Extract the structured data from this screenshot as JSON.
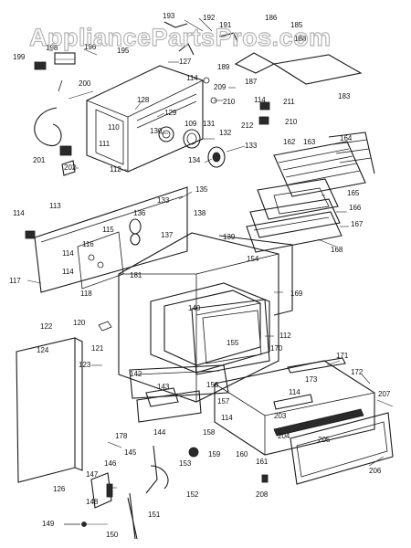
{
  "watermark": {
    "text": "AppliancePartsPros.com",
    "color": "#b5b5b5"
  },
  "callouts": [
    {
      "id": "c193",
      "text": "193"
    },
    {
      "id": "c192",
      "text": "192"
    },
    {
      "id": "c191",
      "text": "191"
    },
    {
      "id": "c186",
      "text": "186"
    },
    {
      "id": "c185",
      "text": "185"
    },
    {
      "id": "c188",
      "text": "188"
    },
    {
      "id": "c198",
      "text": "198"
    },
    {
      "id": "c196",
      "text": "196"
    },
    {
      "id": "c199",
      "text": "199"
    },
    {
      "id": "c195",
      "text": "195"
    },
    {
      "id": "c189",
      "text": "189"
    },
    {
      "id": "c187",
      "text": "187"
    },
    {
      "id": "c183",
      "text": "183"
    },
    {
      "id": "c127",
      "text": "127"
    },
    {
      "id": "c200",
      "text": "200"
    },
    {
      "id": "c114a",
      "text": "114"
    },
    {
      "id": "c209",
      "text": "209"
    },
    {
      "id": "c210a",
      "text": "210"
    },
    {
      "id": "c128",
      "text": "128"
    },
    {
      "id": "c129",
      "text": "129"
    },
    {
      "id": "c114b",
      "text": "114"
    },
    {
      "id": "c211",
      "text": "211"
    },
    {
      "id": "c110",
      "text": "110"
    },
    {
      "id": "c109",
      "text": "109"
    },
    {
      "id": "c131",
      "text": "131"
    },
    {
      "id": "c212",
      "text": "212"
    },
    {
      "id": "c210b",
      "text": "210"
    },
    {
      "id": "c130",
      "text": "130"
    },
    {
      "id": "c132",
      "text": "132"
    },
    {
      "id": "c111",
      "text": "111"
    },
    {
      "id": "c162",
      "text": "162"
    },
    {
      "id": "c163",
      "text": "163"
    },
    {
      "id": "c164",
      "text": "164"
    },
    {
      "id": "c133a",
      "text": "133"
    },
    {
      "id": "c201",
      "text": "201"
    },
    {
      "id": "c134",
      "text": "134"
    },
    {
      "id": "c202",
      "text": "202"
    },
    {
      "id": "c112a",
      "text": "112"
    },
    {
      "id": "c135",
      "text": "135"
    },
    {
      "id": "c165",
      "text": "165"
    },
    {
      "id": "c114c",
      "text": "114"
    },
    {
      "id": "c113",
      "text": "113"
    },
    {
      "id": "c133b",
      "text": "133"
    },
    {
      "id": "c166",
      "text": "166"
    },
    {
      "id": "c136",
      "text": "136"
    },
    {
      "id": "c138",
      "text": "138"
    },
    {
      "id": "c167",
      "text": "167"
    },
    {
      "id": "c115",
      "text": "115"
    },
    {
      "id": "c137",
      "text": "137"
    },
    {
      "id": "c116",
      "text": "116"
    },
    {
      "id": "c139",
      "text": "139"
    },
    {
      "id": "c168",
      "text": "168"
    },
    {
      "id": "c114d",
      "text": "114"
    },
    {
      "id": "c154",
      "text": "154"
    },
    {
      "id": "c114e",
      "text": "114"
    },
    {
      "id": "c181",
      "text": "181"
    },
    {
      "id": "c117",
      "text": "117"
    },
    {
      "id": "c118",
      "text": "118"
    },
    {
      "id": "c169",
      "text": "169"
    },
    {
      "id": "c140",
      "text": "140"
    },
    {
      "id": "c122",
      "text": "122"
    },
    {
      "id": "c120",
      "text": "120"
    },
    {
      "id": "c112b",
      "text": "112"
    },
    {
      "id": "c124",
      "text": "124"
    },
    {
      "id": "c121",
      "text": "121"
    },
    {
      "id": "c155",
      "text": "155"
    },
    {
      "id": "c170",
      "text": "170"
    },
    {
      "id": "c171",
      "text": "171"
    },
    {
      "id": "c123",
      "text": "123"
    },
    {
      "id": "c142",
      "text": "142"
    },
    {
      "id": "c173",
      "text": "173"
    },
    {
      "id": "c172",
      "text": "172"
    },
    {
      "id": "c156",
      "text": "156"
    },
    {
      "id": "c114f",
      "text": "114"
    },
    {
      "id": "c143",
      "text": "143"
    },
    {
      "id": "c203",
      "text": "203"
    },
    {
      "id": "c207",
      "text": "207"
    },
    {
      "id": "c114g",
      "text": "114"
    },
    {
      "id": "c157",
      "text": "157"
    },
    {
      "id": "c158",
      "text": "158"
    },
    {
      "id": "c144",
      "text": "144"
    },
    {
      "id": "c204",
      "text": "204"
    },
    {
      "id": "c205",
      "text": "205"
    },
    {
      "id": "c178",
      "text": "178"
    },
    {
      "id": "c159",
      "text": "159"
    },
    {
      "id": "c160",
      "text": "160"
    },
    {
      "id": "c161",
      "text": "161"
    },
    {
      "id": "c145",
      "text": "145"
    },
    {
      "id": "c206",
      "text": "206"
    },
    {
      "id": "c146",
      "text": "146"
    },
    {
      "id": "c153",
      "text": "153"
    },
    {
      "id": "c126",
      "text": "126"
    },
    {
      "id": "c147",
      "text": "147"
    },
    {
      "id": "c208",
      "text": "208"
    },
    {
      "id": "c152",
      "text": "152"
    },
    {
      "id": "c148",
      "text": "148"
    },
    {
      "id": "c151",
      "text": "151"
    },
    {
      "id": "c149",
      "text": "149"
    },
    {
      "id": "c150",
      "text": "150"
    }
  ]
}
